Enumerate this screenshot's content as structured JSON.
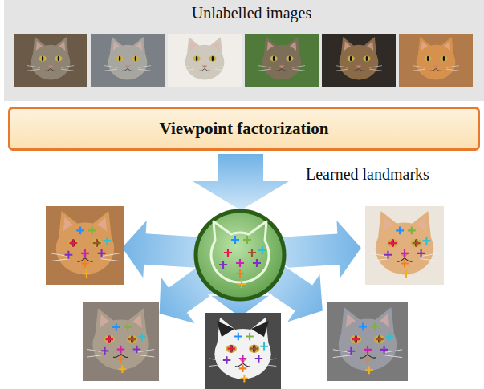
{
  "diagram": {
    "nodes": [
      {
        "text": [
          "Unlabelled images"
        ]
      },
      {
        "text": [
          "Viewpoint factorization"
        ]
      }
    ],
    "labels": [
      "Learned landmarks"
    ]
  }
}
